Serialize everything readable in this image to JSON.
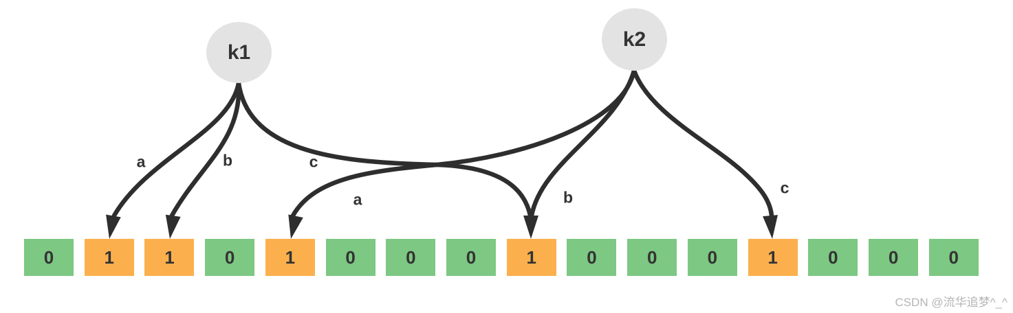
{
  "nodes": {
    "k1": {
      "label": "k1"
    },
    "k2": {
      "label": "k2"
    }
  },
  "hash_labels": [
    {
      "key": "k1",
      "hash": "a",
      "text": "a"
    },
    {
      "key": "k1",
      "hash": "b",
      "text": "b"
    },
    {
      "key": "k1",
      "hash": "c",
      "text": "c"
    },
    {
      "key": "k2",
      "hash": "a",
      "text": "a"
    },
    {
      "key": "k2",
      "hash": "b",
      "text": "b"
    },
    {
      "key": "k2",
      "hash": "c",
      "text": "c"
    }
  ],
  "bit_array": {
    "cells": [
      0,
      1,
      1,
      0,
      1,
      0,
      0,
      0,
      1,
      0,
      0,
      0,
      1,
      0,
      0,
      0
    ]
  },
  "mappings": [
    {
      "key": "k1",
      "hash": "a",
      "cell_index": 1
    },
    {
      "key": "k1",
      "hash": "b",
      "cell_index": 2
    },
    {
      "key": "k1",
      "hash": "c",
      "cell_index": 8
    },
    {
      "key": "k2",
      "hash": "a",
      "cell_index": 4
    },
    {
      "key": "k2",
      "hash": "b",
      "cell_index": 8
    },
    {
      "key": "k2",
      "hash": "c",
      "cell_index": 12
    }
  ],
  "colors": {
    "bit_one": "#fbb04d",
    "bit_zero": "#7dc883",
    "node_fill": "#e3e3e3",
    "stroke": "#2e2e2e",
    "text": "#333333",
    "watermark": "#b5b5b5"
  },
  "watermark": {
    "text": "CSDN @流华追梦^_^"
  }
}
